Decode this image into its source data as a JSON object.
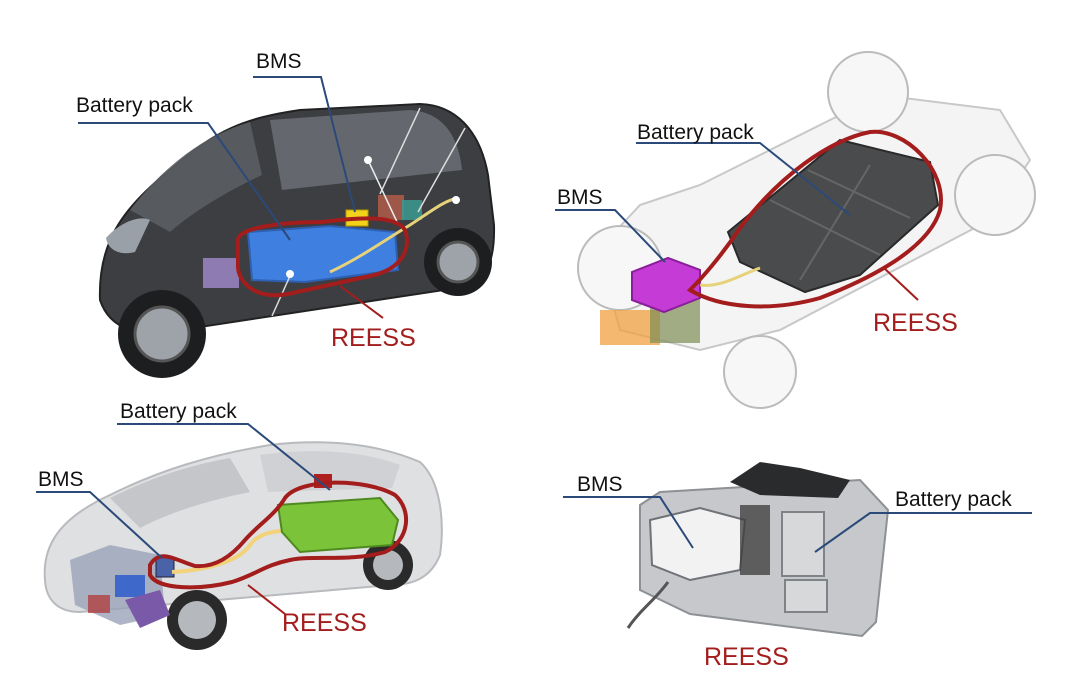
{
  "colors": {
    "reess": "#a31d1d",
    "leader": "#2b4a7a",
    "bms_block_q1": "#f2d21a",
    "pack_q1": "#3f7fe0",
    "bms_block_q2": "#c43bd6",
    "pack_q3": "#7bc43a"
  },
  "panels": [
    {
      "battery_pack": "Battery pack",
      "bms": "BMS",
      "reess": "REESS"
    },
    {
      "battery_pack": "Battery pack",
      "bms": "BMS",
      "reess": "REESS"
    },
    {
      "battery_pack": "Battery pack",
      "bms": "BMS",
      "reess": "REESS"
    },
    {
      "battery_pack": "Battery pack",
      "bms": "BMS",
      "reess": "REESS"
    }
  ]
}
